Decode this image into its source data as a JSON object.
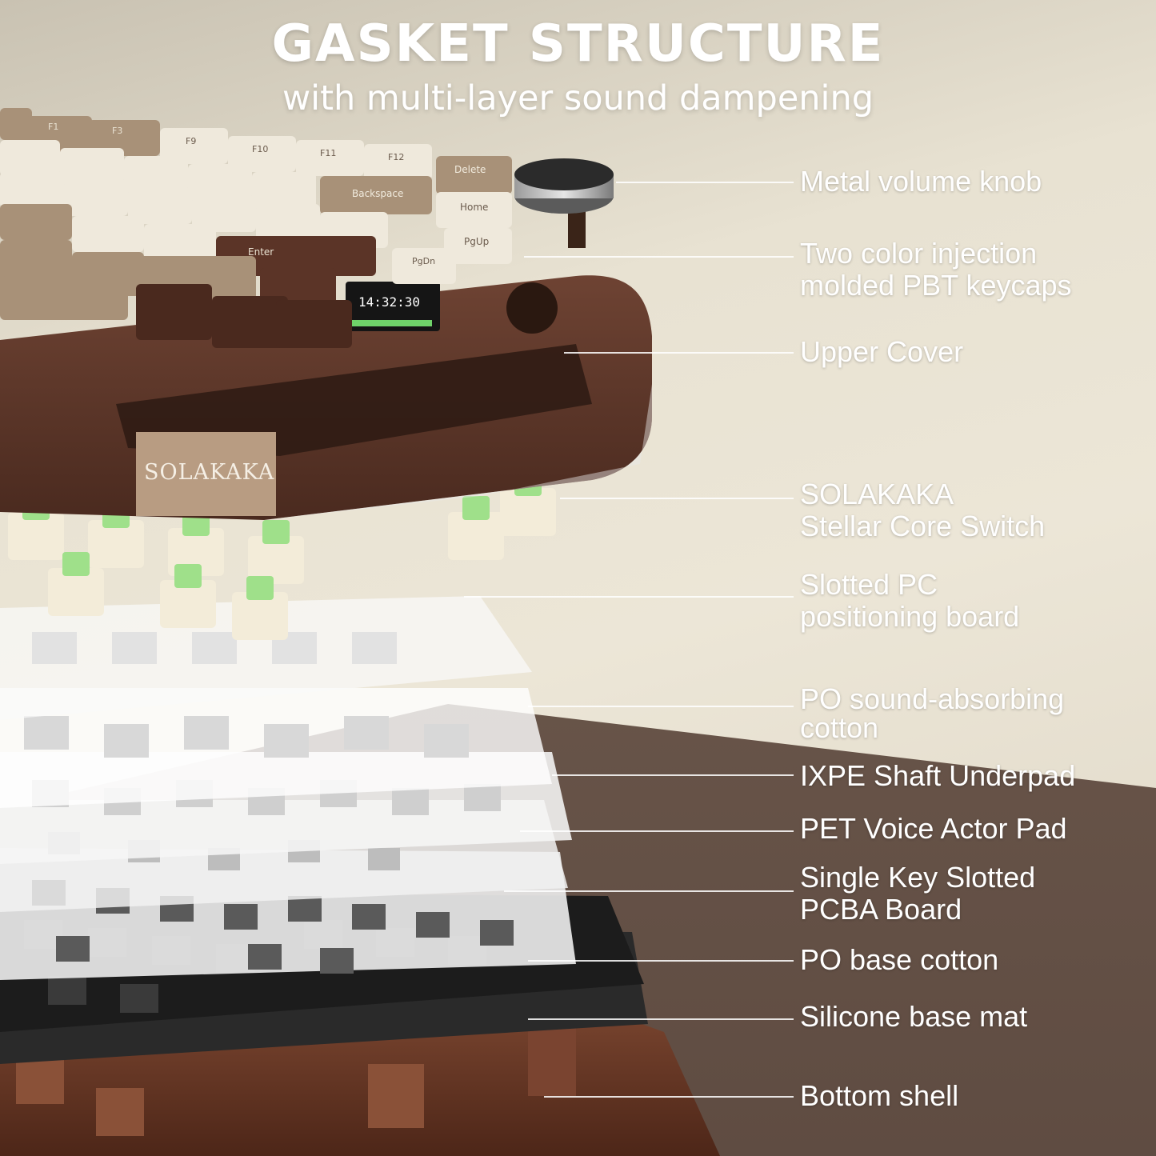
{
  "header": {
    "title": "GASKET STRUCTURE",
    "subtitle": "with multi-layer sound dampening"
  },
  "product": {
    "brand_badge": "SOLAKAKA",
    "screen_time": "14:32:30"
  },
  "colors": {
    "cover_brown": "#5a3426",
    "keycap_cream": "#efe9dc",
    "keycap_tan": "#a89178",
    "switch_green": "#9fe08a",
    "plate_white": "#f2f2f2",
    "base_black": "#1e1e1e",
    "shell_brown": "#6b3a26"
  },
  "keys": {
    "row0": [
      "F1",
      "F3",
      "F9",
      "F10",
      "F11",
      "F12",
      "Delete"
    ],
    "row2": [
      "Backspace",
      "Home"
    ],
    "row4": [
      "Enter",
      "PgUp"
    ],
    "row5": [
      "PgDn"
    ]
  },
  "callouts": [
    {
      "lines": [
        "Metal volume knob"
      ]
    },
    {
      "lines": [
        "Two color injection",
        "molded PBT keycaps"
      ]
    },
    {
      "lines": [
        "Upper Cover"
      ]
    },
    {
      "lines": [
        "SOLAKAKA",
        "Stellar Core Switch"
      ]
    },
    {
      "lines": [
        "Slotted PC",
        "positioning board"
      ]
    },
    {
      "lines": [
        "PO sound-absorbing",
        "cotton"
      ]
    },
    {
      "lines": [
        "IXPE Shaft Underpad"
      ]
    },
    {
      "lines": [
        "PET Voice Actor Pad"
      ]
    },
    {
      "lines": [
        "Single Key Slotted",
        "PCBA Board"
      ]
    },
    {
      "lines": [
        "PO base cotton"
      ]
    },
    {
      "lines": [
        "Silicone base mat"
      ]
    },
    {
      "lines": [
        "Bottom shell"
      ]
    }
  ]
}
